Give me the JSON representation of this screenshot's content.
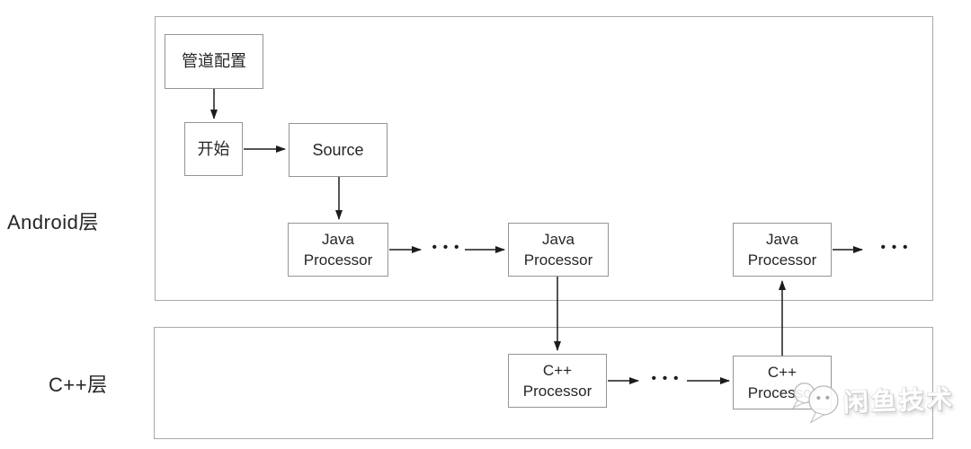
{
  "diagram": {
    "android_layer": {
      "label": "Android层"
    },
    "cpp_layer": {
      "label": "C++层"
    },
    "nodes": {
      "pipeline_config": {
        "label": "管道配置"
      },
      "start": {
        "label": "开始"
      },
      "source": {
        "label": "Source"
      },
      "java_processor": {
        "line1": "Java",
        "line2": "Processor"
      },
      "cpp_processor": {
        "line1": "C++",
        "line2": "Processor"
      }
    },
    "ellipsis": "•••",
    "colors": {
      "background": "#ffffff",
      "container_border": "#a9a9a9",
      "node_border": "#949494",
      "node_fill": "#ffffff",
      "arrow": "#1c1c1c",
      "text": "#262626",
      "watermark_outline": "#c6c6c6"
    }
  },
  "watermark": {
    "text": "闲鱼技术"
  }
}
